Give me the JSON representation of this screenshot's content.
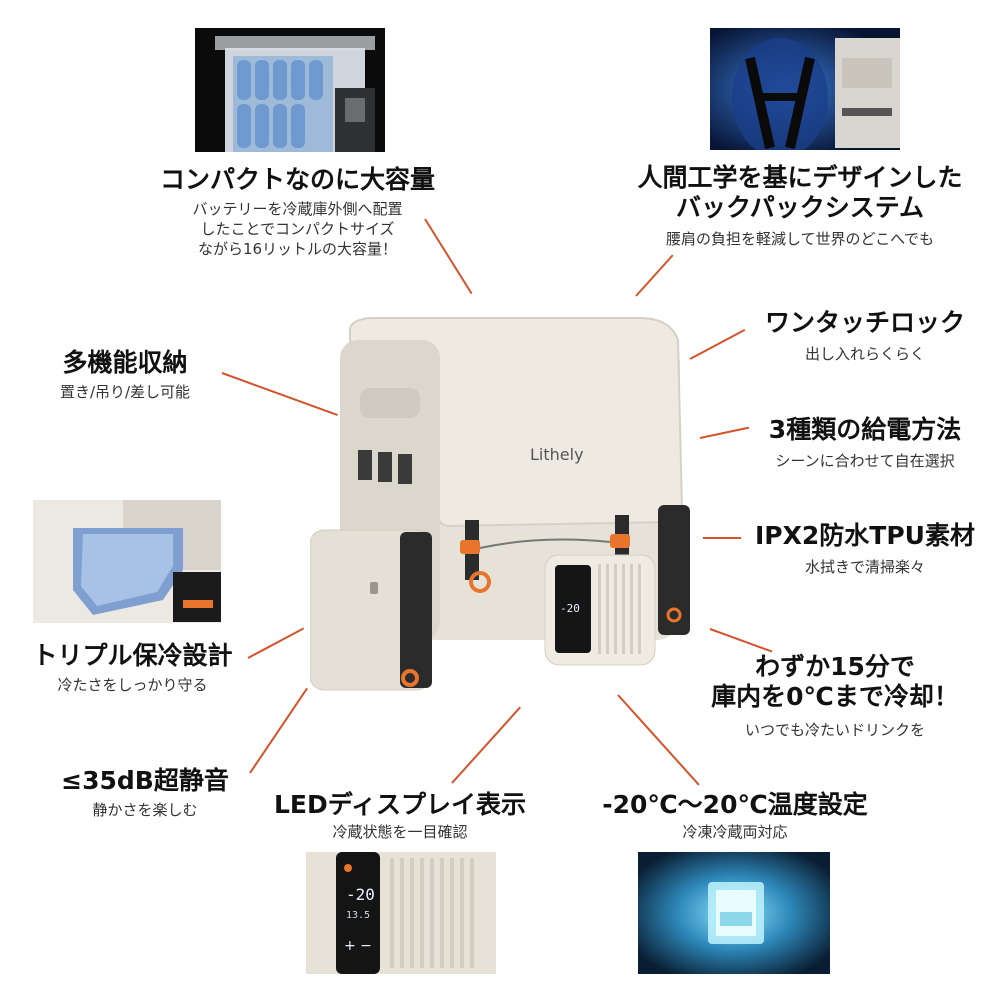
{
  "brand": {
    "logo_text": "Lithely"
  },
  "features": {
    "capacity": {
      "title": "コンパクトなのに大容量",
      "desc": [
        "バッテリーを冷蔵庫外側へ配置",
        "したことでコンパクトサイズ",
        "ながら16リットルの大容量！"
      ]
    },
    "backpack": {
      "title": [
        "人間工学を基にデザインした",
        "バックパックシステム"
      ],
      "desc": "腰肩の負担を軽減して世界のどこへでも"
    },
    "lock": {
      "title": "ワンタッチロック",
      "desc": "出し入れらくらく"
    },
    "storage": {
      "title": "多機能収納",
      "desc": "置き/吊り/差し可能"
    },
    "power": {
      "title": "3種類の給電方法",
      "desc": "シーンに合わせて自在選択"
    },
    "waterproof": {
      "title": "IPX2防水TPU素材",
      "desc": "水拭きで清掃楽々"
    },
    "insulation": {
      "title": "トリプル保冷設計",
      "desc": "冷たさをしっかり守る"
    },
    "cooling": {
      "title": [
        "わずか15分で",
        "庫内を0℃まで冷却！"
      ],
      "desc": "いつでも冷たいドリンクを"
    },
    "quiet": {
      "title": "≤35dB超静音",
      "desc": "静かさを楽しむ"
    },
    "display": {
      "title": "LEDディスプレイ表示",
      "desc": "冷蔵状態を一目確認"
    },
    "temperature": {
      "title": "-20℃～20℃温度設定",
      "desc": "冷凍冷蔵両対応"
    }
  },
  "product_display": {
    "temp": "-20",
    "sub": "13.5"
  },
  "colors": {
    "accent_line": "#d4532a",
    "body_beige": "#e7e2d8",
    "orange": "#e9742c",
    "dark": "#2b2b2b"
  }
}
